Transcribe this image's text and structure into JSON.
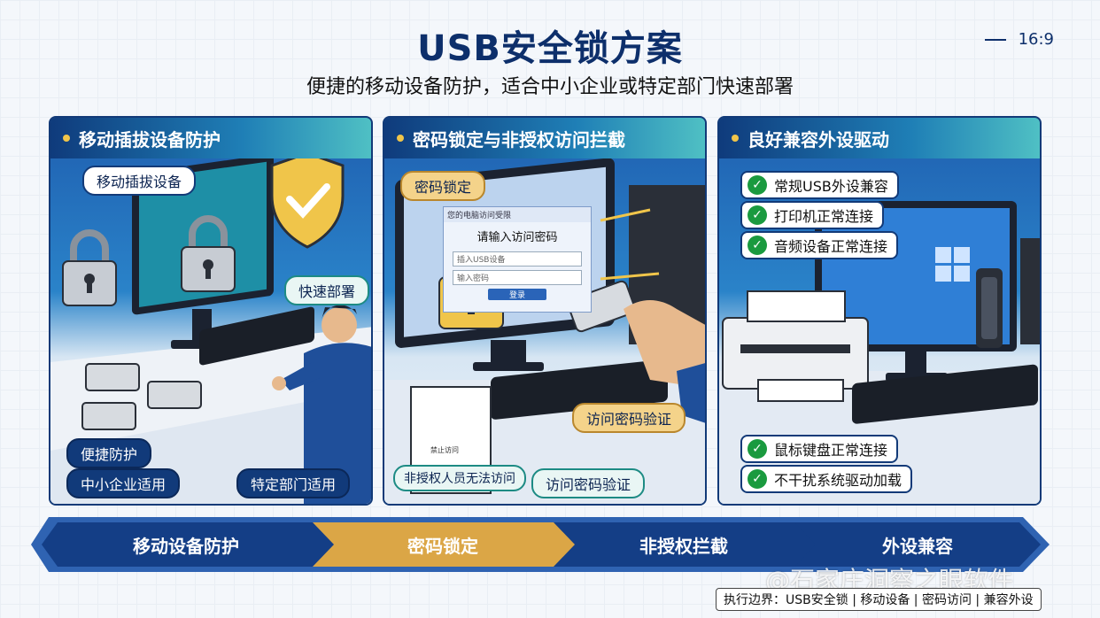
{
  "header": {
    "title": "USB安全锁方案",
    "subtitle": "便捷的移动设备防护，适合中小企业或特定部门快速部署",
    "ratio": "16:9"
  },
  "panels": [
    {
      "title": "移动插拔设备防护",
      "tags": [
        "移动插拔设备",
        "快速部署",
        "便捷防护",
        "中小企业适用",
        "特定部门适用"
      ]
    },
    {
      "title": "密码锁定与非授权访问拦截",
      "tags": [
        "密码锁定",
        "访问密码验证",
        "非授权人员无法访问",
        "访问密码验证"
      ],
      "dialog": {
        "header": "您的电脑访问受限",
        "prompt": "请输入访问密码",
        "field1": "插入USB设备",
        "field2": "输入密码",
        "button": "登录"
      },
      "doc_label": "禁止访问"
    },
    {
      "title": "良好兼容外设驱动",
      "checks_top": [
        "常规USB外设兼容",
        "打印机正常连接",
        "音频设备正常连接"
      ],
      "checks_bottom": [
        "鼠标键盘正常连接",
        "不干扰系统驱动加载"
      ]
    }
  ],
  "flow": [
    "移动设备防护",
    "密码锁定",
    "非授权拦截",
    "外设兼容"
  ],
  "footer": "执行边界：USB安全锁 | 移动设备 | 密码访问 | 兼容外设",
  "watermark": "@石家庄洞察之眼软件",
  "colors": {
    "navy": "#0d2f6b",
    "gold": "#e0b24a",
    "teal": "#1d8b84",
    "check_green": "#1a9a3f"
  }
}
